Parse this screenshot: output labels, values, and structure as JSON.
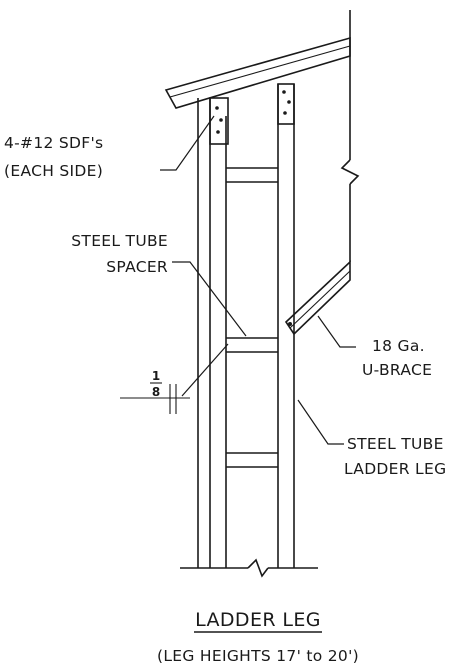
{
  "labels": {
    "sdf": [
      "4-#12 SDF's",
      "(EACH SIDE)"
    ],
    "spacer": [
      "STEEL TUBE",
      "SPACER"
    ],
    "ubrace": [
      "18 Ga.",
      "U-BRACE"
    ],
    "leg": [
      "STEEL TUBE",
      "LADDER LEG"
    ],
    "thickness": [
      "1",
      "8"
    ]
  },
  "title": "LADDER LEG",
  "subtitle": "(LEG HEIGHTS 17' to 20')"
}
